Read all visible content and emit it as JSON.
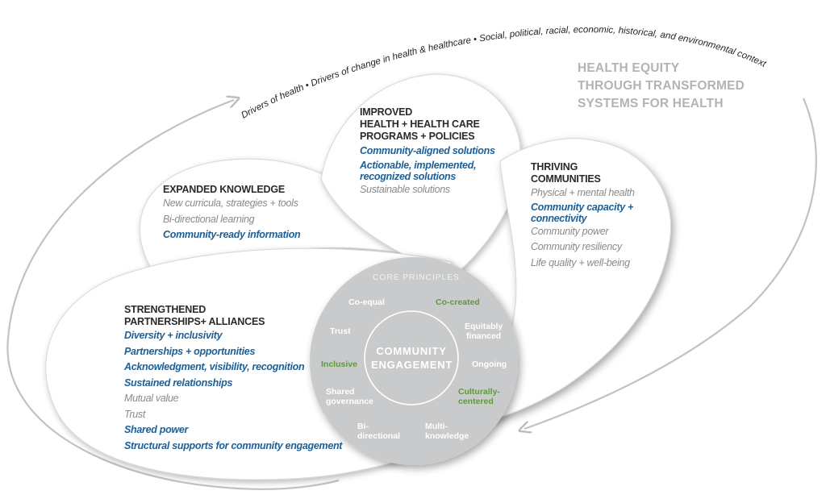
{
  "outer_context": {
    "arc_items": [
      "Drivers of health",
      "Drivers of change in health & healthcare",
      "Social, political, racial, economic, historical, and environmental context"
    ],
    "separator": "•",
    "full_text": "Drivers of health  •  Drivers of change in health & healthcare  •  Social, political, racial, economic, historical, and environmental context"
  },
  "goal": {
    "lines": [
      "HEALTH EQUITY",
      "THROUGH TRANSFORMED",
      "SYSTEMS FOR HEALTH"
    ]
  },
  "colors": {
    "heading": "#2a2a2a",
    "blue_item": "#1d5f96",
    "gray_item": "#8a8a8a",
    "green_principle": "#5e9a3c",
    "core_circle": "#c9cacb",
    "goal_text": "#b3b3b3",
    "arrow": "#bdbdbd"
  },
  "petals": {
    "expanded_knowledge": {
      "title": "EXPANDED KNOWLEDGE",
      "items": [
        {
          "text": "New curricula, strategies + tools",
          "style": "gray"
        },
        {
          "text": "Bi-directional learning",
          "style": "gray"
        },
        {
          "text": "Community-ready information",
          "style": "blue"
        }
      ]
    },
    "improved_health": {
      "title_lines": [
        "IMPROVED",
        "HEALTH + HEALTH CARE",
        "PROGRAMS + POLICIES"
      ],
      "items": [
        {
          "text": "Community-aligned solutions",
          "style": "blue"
        },
        {
          "text": "Actionable, implemented,",
          "style": "blue"
        },
        {
          "text": "recognized solutions",
          "style": "blue"
        },
        {
          "text": "Sustainable solutions",
          "style": "gray"
        }
      ]
    },
    "thriving_communities": {
      "title_lines": [
        "THRIVING",
        "COMMUNITIES"
      ],
      "items": [
        {
          "text": "Physical + mental health",
          "style": "gray"
        },
        {
          "text": "Community capacity +",
          "style": "blue"
        },
        {
          "text": "connectivity",
          "style": "blue"
        },
        {
          "text": "Community power",
          "style": "gray"
        },
        {
          "text": "Community resiliency",
          "style": "gray"
        },
        {
          "text": "Life quality + well-being",
          "style": "gray"
        }
      ]
    },
    "strengthened_partnerships": {
      "title_lines": [
        "STRENGTHENED",
        "PARTNERSHIPS+ ALLIANCES"
      ],
      "items": [
        {
          "text": "Diversity + inclusivity",
          "style": "blue"
        },
        {
          "text": "Partnerships + opportunities",
          "style": "blue"
        },
        {
          "text": "Acknowledgment, visibility, recognition",
          "style": "blue"
        },
        {
          "text": "Sustained relationships",
          "style": "blue"
        },
        {
          "text": "Mutual value",
          "style": "gray"
        },
        {
          "text": "Trust",
          "style": "gray"
        },
        {
          "text": "Shared power",
          "style": "blue"
        },
        {
          "text": "Structural supports for community engagement",
          "style": "blue"
        }
      ]
    }
  },
  "core": {
    "title": "CORE PRINCIPLES",
    "center_lines": [
      "COMMUNITY",
      "ENGAGEMENT"
    ],
    "principles": [
      {
        "text": "Co-equal",
        "color": "white"
      },
      {
        "text": "Co-created",
        "color": "green"
      },
      {
        "text": "Trust",
        "color": "white"
      },
      {
        "text": "Equitably",
        "text2": "financed",
        "color": "white"
      },
      {
        "text": "Inclusive",
        "color": "green"
      },
      {
        "text": "Ongoing",
        "color": "white"
      },
      {
        "text": "Shared",
        "text2": "governance",
        "color": "white"
      },
      {
        "text": "Culturally-",
        "text2": "centered",
        "color": "green"
      },
      {
        "text": "Bi-",
        "text2": "directional",
        "color": "white"
      },
      {
        "text": "Multi-",
        "text2": "knowledge",
        "color": "white"
      }
    ]
  }
}
